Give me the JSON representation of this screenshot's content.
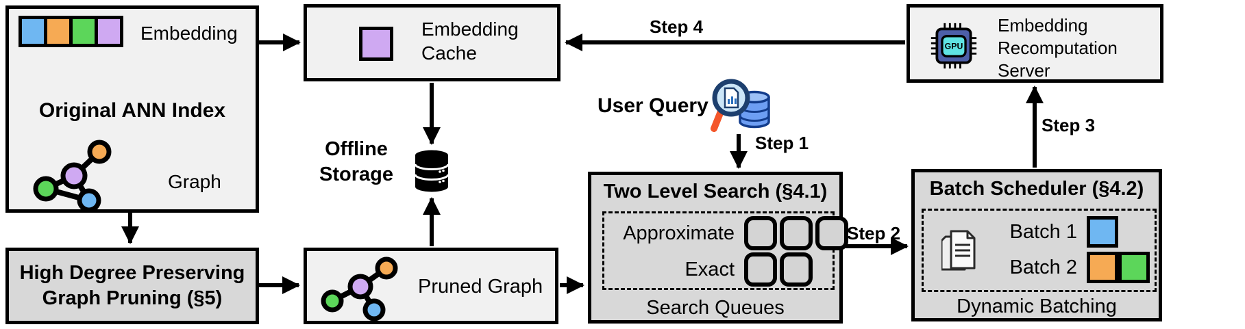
{
  "figure": {
    "name": "ANN embedding recomputation system architecture"
  },
  "colors": {
    "light_box_fill": "#f1f1f1",
    "gray_box_fill": "#d8d8d8",
    "border": "#000000",
    "embedding_blue": "#6fb7f2",
    "embedding_orange": "#f6aa54",
    "embedding_green": "#5cd65a",
    "embedding_purple": "#cfa9f2"
  },
  "boxes": {
    "ann_index": {
      "title": "Original ANN Index",
      "embedding_label": "Embedding",
      "graph_label": "Graph"
    },
    "embedding_cache": {
      "label_line1": "Embedding",
      "label_line2": "Cache"
    },
    "recomputation_server": {
      "label_line1": "Embedding",
      "label_line2": "Recomputation",
      "label_line3": "Server",
      "chip_label": "GPU"
    },
    "offline_storage": {
      "label_line1": "Offline",
      "label_line2": "Storage"
    },
    "user_query": {
      "label": "User Query"
    },
    "two_level_search": {
      "title": "Two Level Search (§4.1)",
      "row1_label": "Approximate",
      "row1_slots": 3,
      "row2_label": "Exact",
      "row2_slots": 2,
      "caption": "Search Queues"
    },
    "batch_scheduler": {
      "title": "Batch Scheduler (§4.2)",
      "batch1_label": "Batch 1",
      "batch2_label": "Batch 2",
      "caption": "Dynamic Batching"
    },
    "high_degree_pruning": {
      "title_line1": "High Degree Preserving",
      "title_line2": "Graph Pruning (§5)"
    },
    "pruned_graph": {
      "label": "Pruned Graph"
    }
  },
  "steps": {
    "step1": "Step 1",
    "step2": "Step 2",
    "step3": "Step 3",
    "step4": "Step 4"
  },
  "icons": [
    "embedding-strip-icon",
    "graph-icon",
    "pruned-graph-icon",
    "cached-embedding-icon",
    "database-icon",
    "query-magnifier-database-icon",
    "documents-icon",
    "gpu-chip-icon"
  ]
}
